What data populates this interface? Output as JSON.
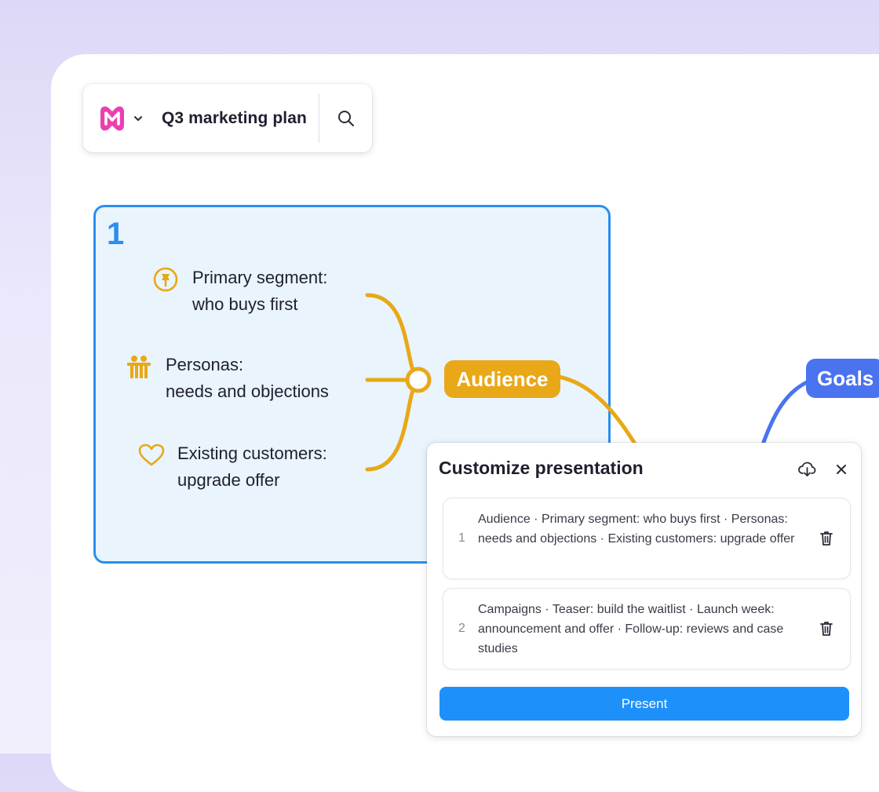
{
  "colors": {
    "accent_blue": "#2a8ff0",
    "audience": "#e8a817",
    "goals": "#4a73f0",
    "present": "#1e90fa",
    "logo": "#ec3fb1"
  },
  "board": {
    "title": "Q3 marketing plan",
    "logo_icon": "miro-logo-icon",
    "menu_icon": "chevron-down-icon",
    "search_icon": "search-icon"
  },
  "frame": {
    "number": "1"
  },
  "mindmap": {
    "center": "Audience",
    "leaves": [
      {
        "icon": "pin-icon",
        "line1": "Primary segment:",
        "line2": "who buys first"
      },
      {
        "icon": "people-icon",
        "line1": "Personas:",
        "line2": "needs and objections"
      },
      {
        "icon": "heart-icon",
        "line1": "Existing customers:",
        "line2": "upgrade offer"
      }
    ],
    "branch_node": "Goals"
  },
  "panel": {
    "title": "Customize presentation",
    "download_icon": "cloud-download-icon",
    "close_icon": "close-icon",
    "slides": [
      {
        "number": "1",
        "text": "Audience · Primary segment: who buys first · Personas: needs and objections · Existing customers: upgrade offer"
      },
      {
        "number": "2",
        "text": "Campaigns · Teaser: build the waitlist · Launch week: announcement and offer · Follow-up: reviews and case studies"
      }
    ],
    "present_label": "Present"
  }
}
